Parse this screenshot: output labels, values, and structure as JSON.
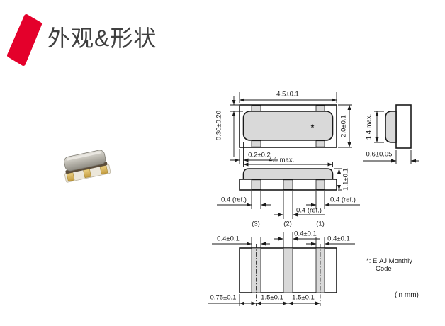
{
  "colors": {
    "accent": "#e4002b",
    "title": "#3f3f3f",
    "line": "#1a1a1a",
    "fill": "#d9d9d9"
  },
  "header": {
    "title": "外观&形状"
  },
  "views": {
    "top": {
      "width": "4.5±0.1",
      "height": "2.0±0.1",
      "cap_top_margin": "0.30±0.20",
      "cap_side_margin": "0.2±0.2",
      "mark": "*"
    },
    "side": {
      "cap_height": "1.4 max.",
      "thickness": "0.6±0.05"
    },
    "front": {
      "cap_width": "4.1 max.",
      "body_height": "1.1±0.1",
      "elec_left": "0.4 (ref.)",
      "elec_mid": "0.4 (ref.)",
      "elec_right": "0.4 (ref.)",
      "pin_3": "(3)",
      "pin_2": "(2)",
      "pin_1": "(1)"
    },
    "bottom": {
      "pad_left": "0.4±0.1",
      "pad_mid": "0.4±0.1",
      "pad_right": "0.4±0.1",
      "edge_to_pad": "0.75±0.1",
      "pitch_left": "1.5±0.1",
      "pitch_right": "1.5±0.1"
    }
  },
  "notes": {
    "star_line1": "*: EIAJ Monthly",
    "star_line2": "Code",
    "units": "(in mm)"
  }
}
